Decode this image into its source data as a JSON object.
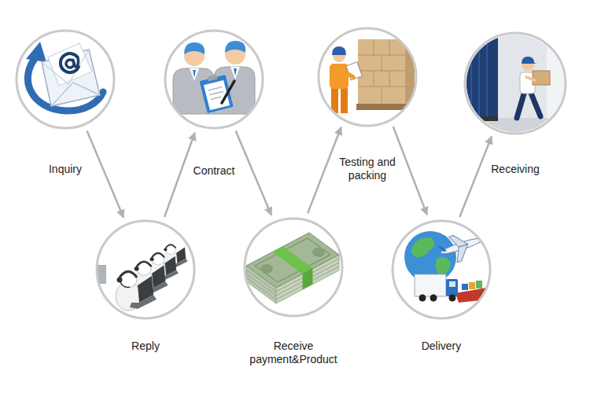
{
  "diagram": {
    "nodes": [
      {
        "text": [
          "Inquiry"
        ]
      },
      {
        "text": [
          "Reply"
        ]
      },
      {
        "text": [
          "Contract"
        ]
      },
      {
        "text": [
          "Receive payment&Product"
        ]
      },
      {
        "text": [
          "Testing and packing"
        ]
      },
      {
        "text": [
          "Delivery"
        ]
      },
      {
        "text": [
          "Receiving"
        ]
      }
    ],
    "edges": [
      {
        "from": 0,
        "to": 1,
        "arrow": "to"
      },
      {
        "from": 1,
        "to": 2,
        "arrow": "to"
      },
      {
        "from": 2,
        "to": 3,
        "arrow": "to"
      },
      {
        "from": 3,
        "to": 4,
        "arrow": "to"
      },
      {
        "from": 4,
        "to": 5,
        "arrow": "to"
      },
      {
        "from": 5,
        "to": 6,
        "arrow": "to"
      }
    ]
  }
}
